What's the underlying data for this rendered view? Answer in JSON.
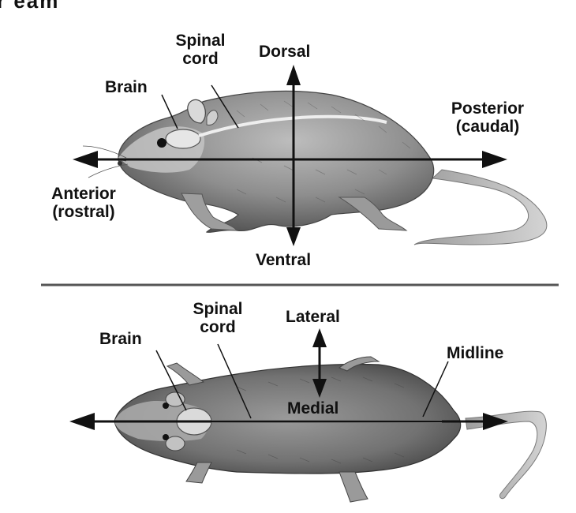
{
  "header_fragment": "r eam",
  "side_view": {
    "labels": {
      "spinal_cord": [
        "Spinal",
        "cord"
      ],
      "brain": "Brain",
      "dorsal": "Dorsal",
      "ventral": "Ventral",
      "posterior": [
        "Posterior",
        "(caudal)"
      ],
      "anterior": [
        "Anterior",
        "(rostral)"
      ]
    }
  },
  "top_view": {
    "labels": {
      "spinal_cord": [
        "Spinal",
        "cord"
      ],
      "brain": "Brain",
      "lateral": "Lateral",
      "medial": "Medial",
      "midline": "Midline"
    }
  },
  "colors": {
    "ink": "#111111",
    "fur_light": "#c9c9c9",
    "fur_mid": "#8e8e8e",
    "fur_dark": "#555555",
    "divider": "#555555"
  }
}
